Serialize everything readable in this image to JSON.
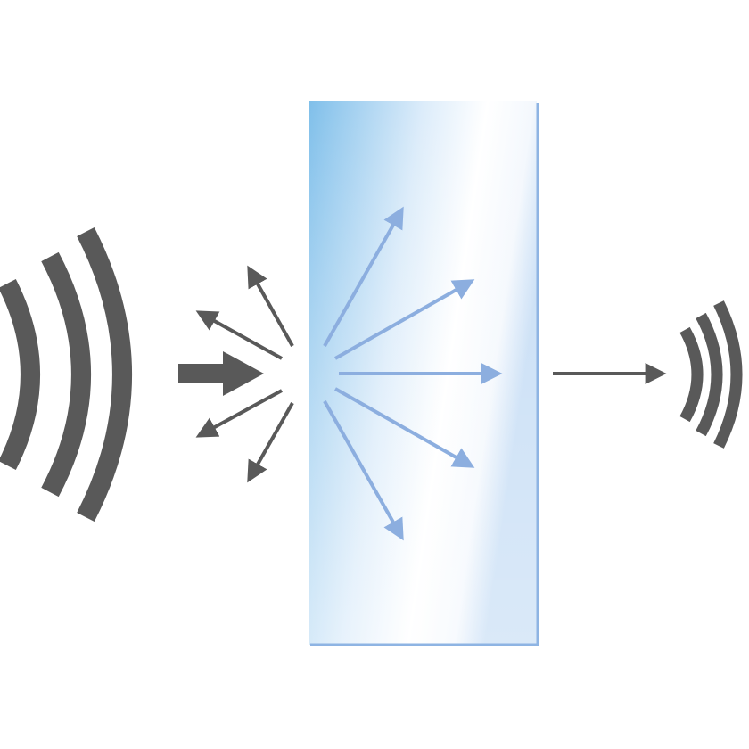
{
  "diagram": {
    "description_free": true,
    "colors": {
      "background": "#ffffff",
      "dark_gray": "#595959",
      "panel_blue": "#7fbfea",
      "panel_edge": "#8eb4e3",
      "scatter_blue": "#8caedf"
    },
    "icons": {
      "source_waves": "sound-waves-icon",
      "attenuated_waves": "sound-waves-icon",
      "incident_arrow": "arrow-right-icon",
      "transmitted_arrow": "arrow-right-icon"
    },
    "elements": [
      "incoming-sound-waves",
      "incident-arrow",
      "reflected-arrows",
      "absorbing-panel",
      "internal-scatter-arrows",
      "transmitted-arrow",
      "outgoing-sound-waves"
    ]
  }
}
